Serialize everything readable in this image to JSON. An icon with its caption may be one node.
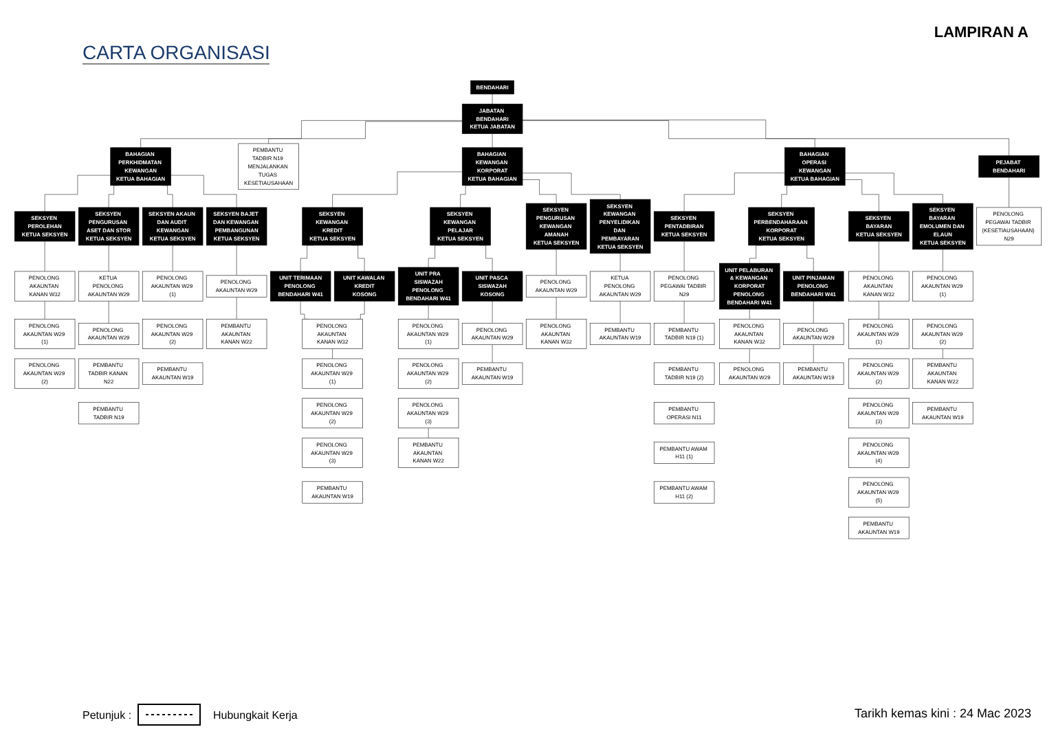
{
  "diagram": {
    "title": "CARTA ORGANISASI",
    "nodes": [
      {
        "text": [
          "BENDAHARI"
        ]
      },
      {
        "text": [
          "JABATAN BENDAHARI",
          "KETUA JABATAN"
        ]
      },
      {
        "text": [
          "PEMBANTU TADBIR N19 MENJALANKAN TUGAS KESETIAUSAHAAN"
        ]
      },
      {
        "text": [
          "BAHAGIAN PERKHIDMATAN KEWANGAN",
          "KETUA BAHAGIAN"
        ]
      },
      {
        "text": [
          "BAHAGIAN KEWANGAN KORPORAT",
          "KETUA BAHAGIAN"
        ]
      },
      {
        "text": [
          "BAHAGIAN OPERASI KEWANGAN",
          "KETUA BAHAGIAN"
        ]
      },
      {
        "text": [
          "PEJABAT BENDAHARI"
        ]
      },
      {
        "text": [
          "SEKSYEN PEROLEHAN",
          "KETUA SEKSYEN"
        ]
      },
      {
        "text": [
          "SEKSYEN PENGURUSAN ASET DAN STOR",
          "KETUA SEKSYEN"
        ]
      },
      {
        "text": [
          "SEKSYEN AKAUN DAN AUDIT KEWANGAN",
          "KETUA SEKSYEN"
        ]
      },
      {
        "text": [
          "SEKSYEN BAJET DAN KEWANGAN PEMBANGUNAN",
          "KETUA SEKSYEN"
        ]
      },
      {
        "text": [
          "SEKSYEN KEWANGAN KREDIT",
          "KETUA SEKSYEN"
        ]
      },
      {
        "text": [
          "SEKSYEN KEWANGAN PELAJAR",
          "KETUA SEKSYEN"
        ]
      },
      {
        "text": [
          "SEKSYEN PENGURUSAN KEWANGAN AMANAH",
          "KETUA SEKSYEN"
        ]
      },
      {
        "text": [
          "SEKSYEN KEWANGAN PENYELIDIKAN DAN PEMBAYARAN",
          "KETUA SEKSYEN"
        ]
      },
      {
        "text": [
          "SEKSYEN PENTADBIRAN",
          "KETUA SEKSYEN"
        ]
      },
      {
        "text": [
          "SEKSYEN PERBENDAHARAAN KORPORAT",
          "KETUA SEKSYEN"
        ]
      },
      {
        "text": [
          "SEKSYEN BAYARAN",
          "KETUA SEKSYEN"
        ]
      },
      {
        "text": [
          "SEKSYEN BAYARAN EMOLUMEN DAN ELAUN",
          "KETUA SEKSYEN"
        ]
      },
      {
        "text": [
          "PENOLONG PEGAWAI TADBIR (KESETIAUSAHAAN) N29"
        ]
      },
      {
        "text": [
          "PENOLONG AKAUNTAN KANAN W32"
        ]
      },
      {
        "text": [
          "PENOLONG AKAUNTAN W29 (1)"
        ]
      },
      {
        "text": [
          "PENOLONG AKAUNTAN W29 (2)"
        ]
      },
      {
        "text": [
          "KETUA PENOLONG AKAUNTAN W29"
        ]
      },
      {
        "text": [
          "PENOLONG AKAUNTAN W29"
        ]
      },
      {
        "text": [
          "PEMBANTU TADBIR KANAN N22"
        ]
      },
      {
        "text": [
          "PEMBANTU TADBIR N19"
        ]
      },
      {
        "text": [
          "PENOLONG AKAUNTAN W29 (1)"
        ]
      },
      {
        "text": [
          "PENOLONG AKAUNTAN W29 (2)"
        ]
      },
      {
        "text": [
          "PEMBANTU AKAUNTAN W19"
        ]
      },
      {
        "text": [
          "PENOLONG AKAUNTAN W29"
        ]
      },
      {
        "text": [
          "PEMBANTU AKAUNTAN KANAN W22"
        ]
      },
      {
        "text": [
          "UNIT TERIMAAN",
          "PENOLONG BENDAHARI W41"
        ]
      },
      {
        "text": [
          "UNIT KAWALAN KREDIT",
          "KOSONG"
        ]
      },
      {
        "text": [
          "PENOLONG AKAUNTAN KANAN W32"
        ]
      },
      {
        "text": [
          "PENOLONG AKAUNTAN W29 (1)"
        ]
      },
      {
        "text": [
          "PENOLONG AKAUNTAN W29 (2)"
        ]
      },
      {
        "text": [
          "PENOLONG AKAUNTAN W29 (3)"
        ]
      },
      {
        "text": [
          "PEMBANTU AKAUNTAN W19"
        ]
      },
      {
        "text": [
          "UNIT PRA SISWAZAH",
          "PENOLONG BENDAHARI W41"
        ]
      },
      {
        "text": [
          "UNIT PASCA SISWAZAH",
          "KOSONG"
        ]
      },
      {
        "text": [
          "PENOLONG AKAUNTAN W29 (1)"
        ]
      },
      {
        "text": [
          "PENOLONG AKAUNTAN W29 (2)"
        ]
      },
      {
        "text": [
          "PENOLONG AKAUNTAN W29 (3)"
        ]
      },
      {
        "text": [
          "PEMBANTU AKAUNTAN KANAN W22"
        ]
      },
      {
        "text": [
          "PENOLONG AKAUNTAN W29"
        ]
      },
      {
        "text": [
          "PEMBANTU AKAUNTAN W19"
        ]
      },
      {
        "text": [
          "PENOLONG AKAUNTAN W29"
        ]
      },
      {
        "text": [
          "PENOLONG AKAUNTAN KANAN W32"
        ]
      },
      {
        "text": [
          "KETUA PENOLONG AKAUNTAN W29"
        ]
      },
      {
        "text": [
          "PEMBANTU AKAUNTAN W19"
        ]
      },
      {
        "text": [
          "PENOLONG PEGAWAI TADBIR N29"
        ]
      },
      {
        "text": [
          "PEMBANTU TADBIR N19 (1)"
        ]
      },
      {
        "text": [
          "PEMBANTU TADBIR N19 (2)"
        ]
      },
      {
        "text": [
          "PEMBANTU OPERASI N11"
        ]
      },
      {
        "text": [
          "PEMBANTU AWAM H11 (1)"
        ]
      },
      {
        "text": [
          "PEMBANTU AWAM H11 (2)"
        ]
      },
      {
        "text": [
          "UNIT PELABURAN & KEWANGAN KORPORAT",
          "PENOLONG BENDAHARI W41"
        ]
      },
      {
        "text": [
          "UNIT PINJAMAN",
          "PENOLONG BENDAHARI W41"
        ]
      },
      {
        "text": [
          "PENOLONG AKAUNTAN KANAN W32"
        ]
      },
      {
        "text": [
          "PENOLONG AKAUNTAN W29"
        ]
      },
      {
        "text": [
          "PENOLONG AKAUNTAN W29"
        ]
      },
      {
        "text": [
          "PEMBANTU AKAUNTAN W19"
        ]
      },
      {
        "text": [
          "PENOLONG AKAUNTAN KANAN W32"
        ]
      },
      {
        "text": [
          "PENOLONG AKAUNTAN W29 (1)"
        ]
      },
      {
        "text": [
          "PENOLONG AKAUNTAN W29 (2)"
        ]
      },
      {
        "text": [
          "PENOLONG AKAUNTAN W29 (3)"
        ]
      },
      {
        "text": [
          "PENOLONG AKAUNTAN W29 (4)"
        ]
      },
      {
        "text": [
          "PENOLONG AKAUNTAN W29 (5)"
        ]
      },
      {
        "text": [
          "PEMBANTU AKAUNTAN W19"
        ]
      },
      {
        "text": [
          "PENOLONG AKAUNTAN W29 (1)"
        ]
      },
      {
        "text": [
          "PENOLONG AKAUNTAN W29 (2)"
        ]
      },
      {
        "text": [
          "PEMBANTU AKAUNTAN KANAN W22"
        ]
      },
      {
        "text": [
          "PEMBANTU AKAUNTAN W19"
        ]
      }
    ],
    "edges": [
      {
        "from": 0,
        "to": 1,
        "arrow": "none"
      },
      {
        "from": 1,
        "to": 2,
        "arrow": "none"
      },
      {
        "from": 1,
        "to": 3,
        "arrow": "none"
      },
      {
        "from": 1,
        "to": 4,
        "arrow": "none"
      },
      {
        "from": 1,
        "to": 5,
        "arrow": "none"
      },
      {
        "from": 1,
        "to": 6,
        "arrow": "none"
      },
      {
        "from": 3,
        "to": 7,
        "arrow": "none"
      },
      {
        "from": 3,
        "to": 8,
        "arrow": "none"
      },
      {
        "from": 3,
        "to": 9,
        "arrow": "none"
      },
      {
        "from": 3,
        "to": 10,
        "arrow": "none"
      },
      {
        "from": 4,
        "to": 11,
        "arrow": "none"
      },
      {
        "from": 4,
        "to": 12,
        "arrow": "none"
      },
      {
        "from": 4,
        "to": 13,
        "arrow": "none"
      },
      {
        "from": 4,
        "to": 14,
        "arrow": "none"
      },
      {
        "from": 5,
        "to": 15,
        "arrow": "none"
      },
      {
        "from": 5,
        "to": 16,
        "arrow": "none"
      },
      {
        "from": 5,
        "to": 17,
        "arrow": "none"
      },
      {
        "from": 5,
        "to": 18,
        "arrow": "none"
      },
      {
        "from": 6,
        "to": 19,
        "arrow": "none"
      },
      {
        "from": 7,
        "to": 20,
        "arrow": "none"
      },
      {
        "from": 20,
        "to": 21,
        "arrow": "none"
      },
      {
        "from": 8,
        "to": 23,
        "arrow": "none"
      },
      {
        "from": 23,
        "to": 24,
        "arrow": "none"
      },
      {
        "from": 9,
        "to": 27,
        "arrow": "none"
      },
      {
        "from": 10,
        "to": 30,
        "arrow": "none"
      },
      {
        "from": 30,
        "to": 31,
        "arrow": "none"
      },
      {
        "from": 11,
        "to": 32,
        "arrow": "none"
      },
      {
        "from": 11,
        "to": 33,
        "arrow": "none"
      },
      {
        "from": 32,
        "to": 34,
        "arrow": "none"
      },
      {
        "from": 33,
        "to": 34,
        "arrow": "none"
      },
      {
        "from": 34,
        "to": 35,
        "arrow": "none"
      },
      {
        "from": 12,
        "to": 39,
        "arrow": "none"
      },
      {
        "from": 12,
        "to": 40,
        "arrow": "none"
      },
      {
        "from": 39,
        "to": 41,
        "arrow": "none"
      },
      {
        "from": 43,
        "to": 44,
        "arrow": "none"
      },
      {
        "from": 40,
        "to": 45,
        "arrow": "none"
      },
      {
        "from": 45,
        "to": 46,
        "arrow": "none"
      },
      {
        "from": 13,
        "to": 47,
        "arrow": "none"
      },
      {
        "from": 47,
        "to": 48,
        "arrow": "none"
      },
      {
        "from": 14,
        "to": 49,
        "arrow": "none"
      },
      {
        "from": 49,
        "to": 50,
        "arrow": "none"
      },
      {
        "from": 15,
        "to": 51,
        "arrow": "none"
      },
      {
        "from": 51,
        "to": 52,
        "arrow": "none"
      },
      {
        "from": 16,
        "to": 57,
        "arrow": "none"
      },
      {
        "from": 16,
        "to": 58,
        "arrow": "none"
      },
      {
        "from": 57,
        "to": 59,
        "arrow": "none"
      },
      {
        "from": 59,
        "to": 60,
        "arrow": "none"
      },
      {
        "from": 58,
        "to": 61,
        "arrow": "none"
      },
      {
        "from": 61,
        "to": 62,
        "arrow": "none"
      },
      {
        "from": 17,
        "to": 63,
        "arrow": "none"
      },
      {
        "from": 63,
        "to": 64,
        "arrow": "none"
      },
      {
        "from": 18,
        "to": 70,
        "arrow": "none"
      },
      {
        "from": 71,
        "to": 72,
        "arrow": "none"
      }
    ],
    "labels": [
      "LAMPIRAN A",
      "Petunjuk :",
      "Tarikh kemas kini : 24 Mac 2023"
    ],
    "legend": [
      {
        "text": "Hubungkait Kerja"
      }
    ]
  }
}
